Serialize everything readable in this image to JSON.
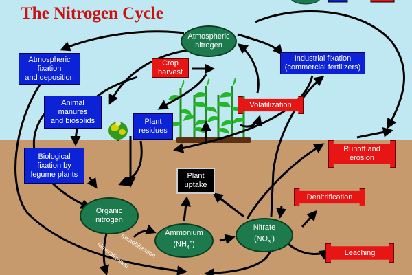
{
  "title": "The Nitrogen Cycle",
  "atmospheric_nitrogen": [
    "Atmospheric",
    "nitrogen"
  ],
  "atmospheric_fixation": [
    "Atmospheric",
    "fixation",
    "and deposition"
  ],
  "industrial_fixation": [
    "Industrial fixation",
    "(commercial fertilizers)"
  ],
  "crop_harvest": [
    "Crop",
    "harvest"
  ],
  "animal_manures": [
    "Animal",
    "manures",
    "and biosolids"
  ],
  "plant_residues": [
    "Plant",
    "residues"
  ],
  "volatilization": "Volatilization",
  "biological_fixation": [
    "Biological",
    "fixation by",
    "legume plants"
  ],
  "runoff_erosion": [
    "Runoff and",
    "erosion"
  ],
  "plant_uptake": [
    "Plant",
    "uptake"
  ],
  "denitrification": "Denitrification",
  "organic_nitrogen": [
    "Organic",
    "nitrogen"
  ],
  "ammonium": {
    "name": "Ammonium",
    "open": "(NH",
    "sub": "4",
    "sup": "+",
    "close": ")"
  },
  "nitrate": {
    "name": "Nitrate",
    "open": "(NO",
    "sub": "3",
    "sup": "-",
    "close": ")"
  },
  "leaching": "Leaching",
  "immobilization": "Immobilization",
  "mineralization": "Mineralization",
  "colors": {
    "sky": "#bfe8f2",
    "soil": "#c69a6d",
    "blue_box": "#0b22d6",
    "red_box": "#e81515",
    "oval_green": "#1d7a4d",
    "plant_green": "#27b52a",
    "title_red": "#cc1111"
  }
}
